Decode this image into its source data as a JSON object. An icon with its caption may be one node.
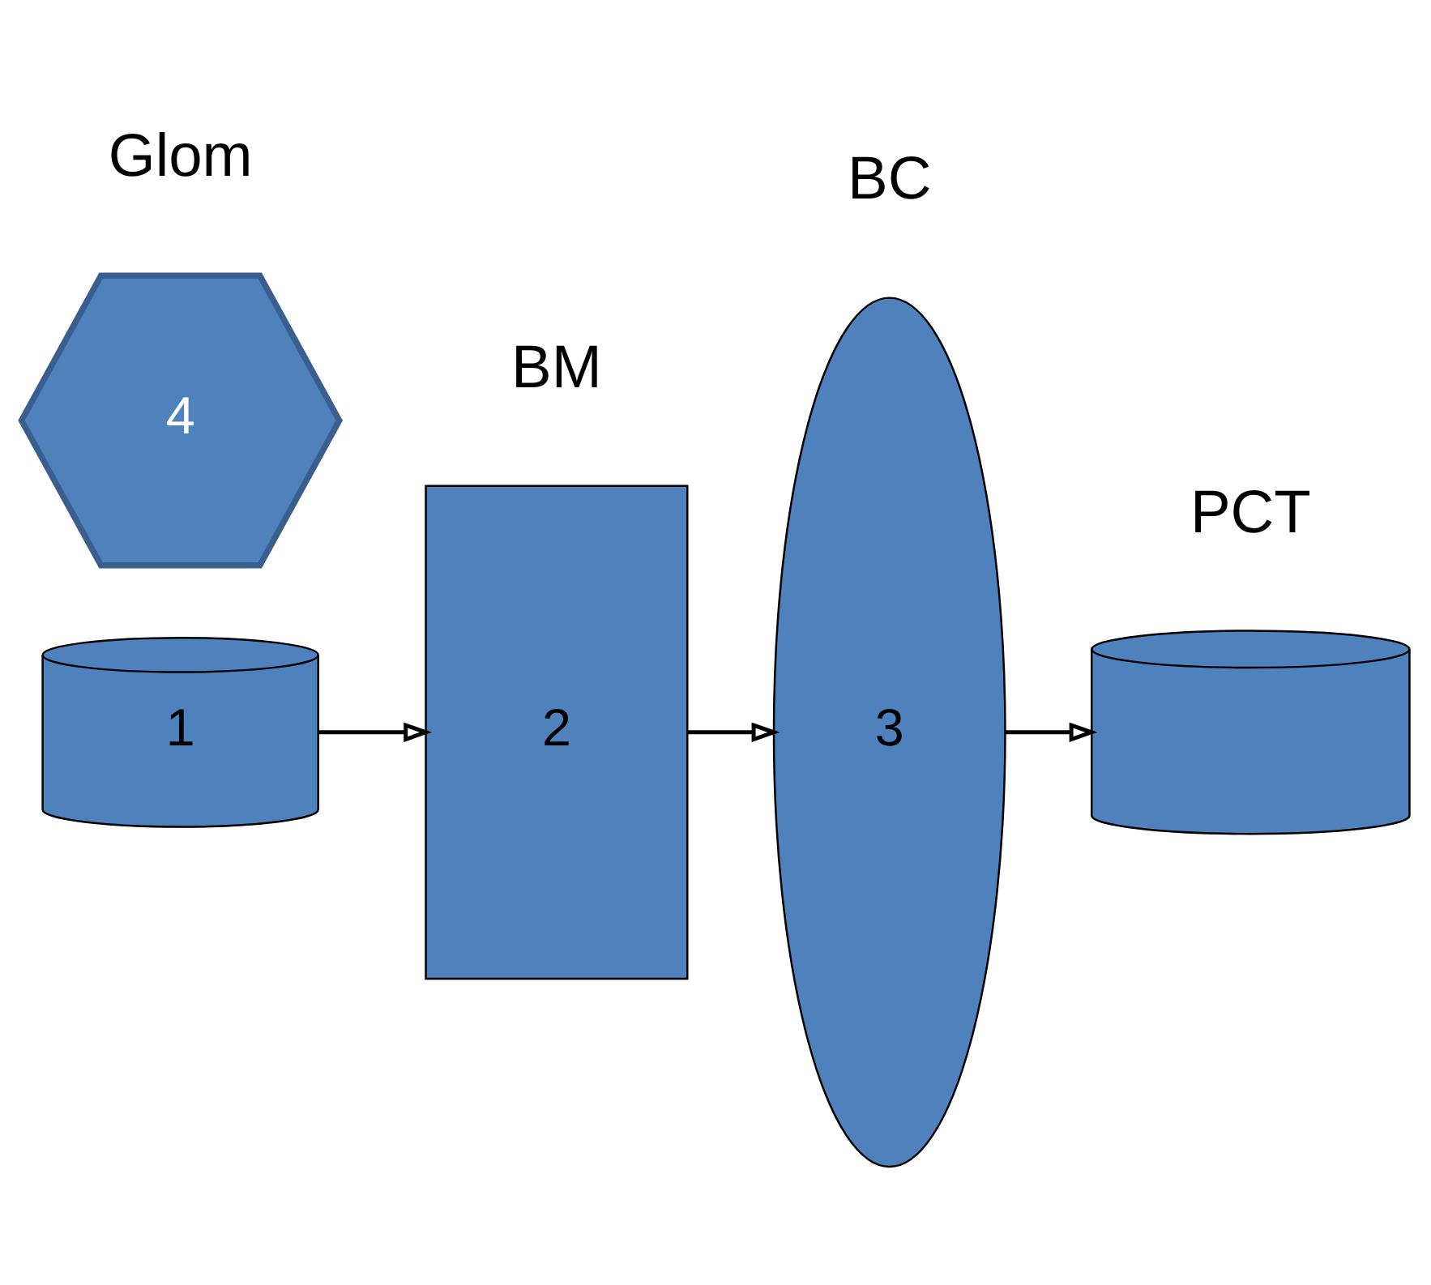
{
  "diagram": {
    "nodes": [
      {
        "text": [
          "1"
        ]
      },
      {
        "text": [
          "2"
        ]
      },
      {
        "text": [
          "3"
        ]
      },
      {
        "text": [],
        "shape": "cylinder"
      },
      {
        "text": [
          "4"
        ]
      }
    ],
    "edges": [
      {
        "from": 0,
        "to": 1,
        "arrow": "to"
      },
      {
        "from": 1,
        "to": 2,
        "arrow": "to"
      },
      {
        "from": 2,
        "to": 3,
        "arrow": "to"
      }
    ],
    "labels": [
      "Glom",
      "BM",
      "BC",
      "PCT"
    ]
  }
}
